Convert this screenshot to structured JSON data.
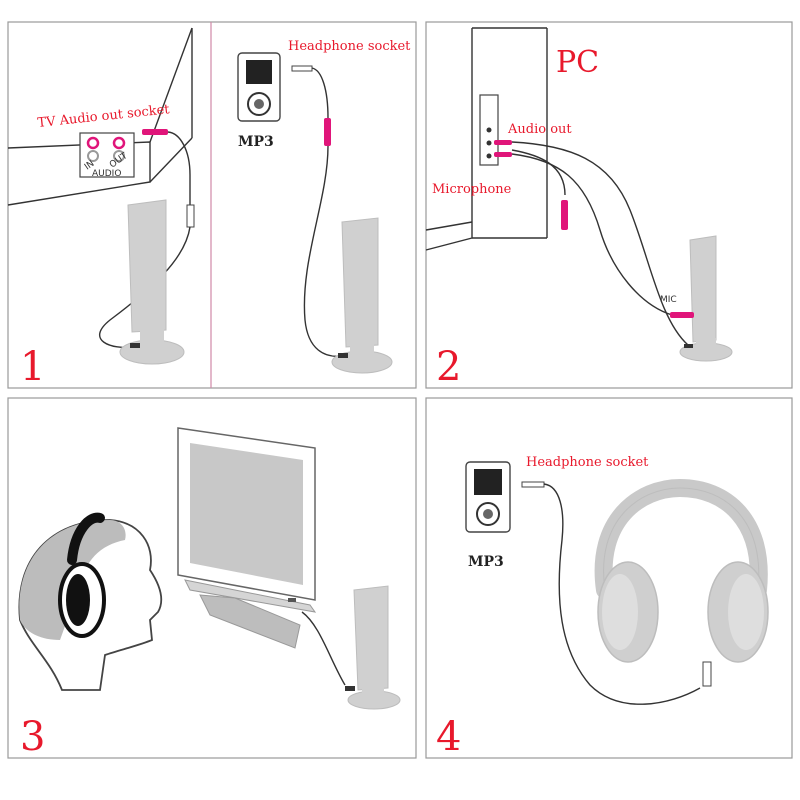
{
  "panels": {
    "p1": {
      "number": "1",
      "tv_label": "TV Audio out socket",
      "jack_in_label": "IN",
      "jack_out_label": "OUT",
      "jack_audio_label": "AUDIO",
      "headphone_label": "Headphone socket",
      "mp3_label": "MP3"
    },
    "p2": {
      "number": "2",
      "pc_label": "PC",
      "audio_out_label": "Audio out",
      "microphone_label": "Microphone",
      "mic_label": "MIC"
    },
    "p3": {
      "number": "3"
    },
    "p4": {
      "number": "4",
      "headphone_label": "Headphone socket",
      "mp3_label": "MP3"
    }
  },
  "colors": {
    "label_red": "#e8192c",
    "plug_pink": "#e0157a",
    "device_gray": "#d0d0d0"
  }
}
